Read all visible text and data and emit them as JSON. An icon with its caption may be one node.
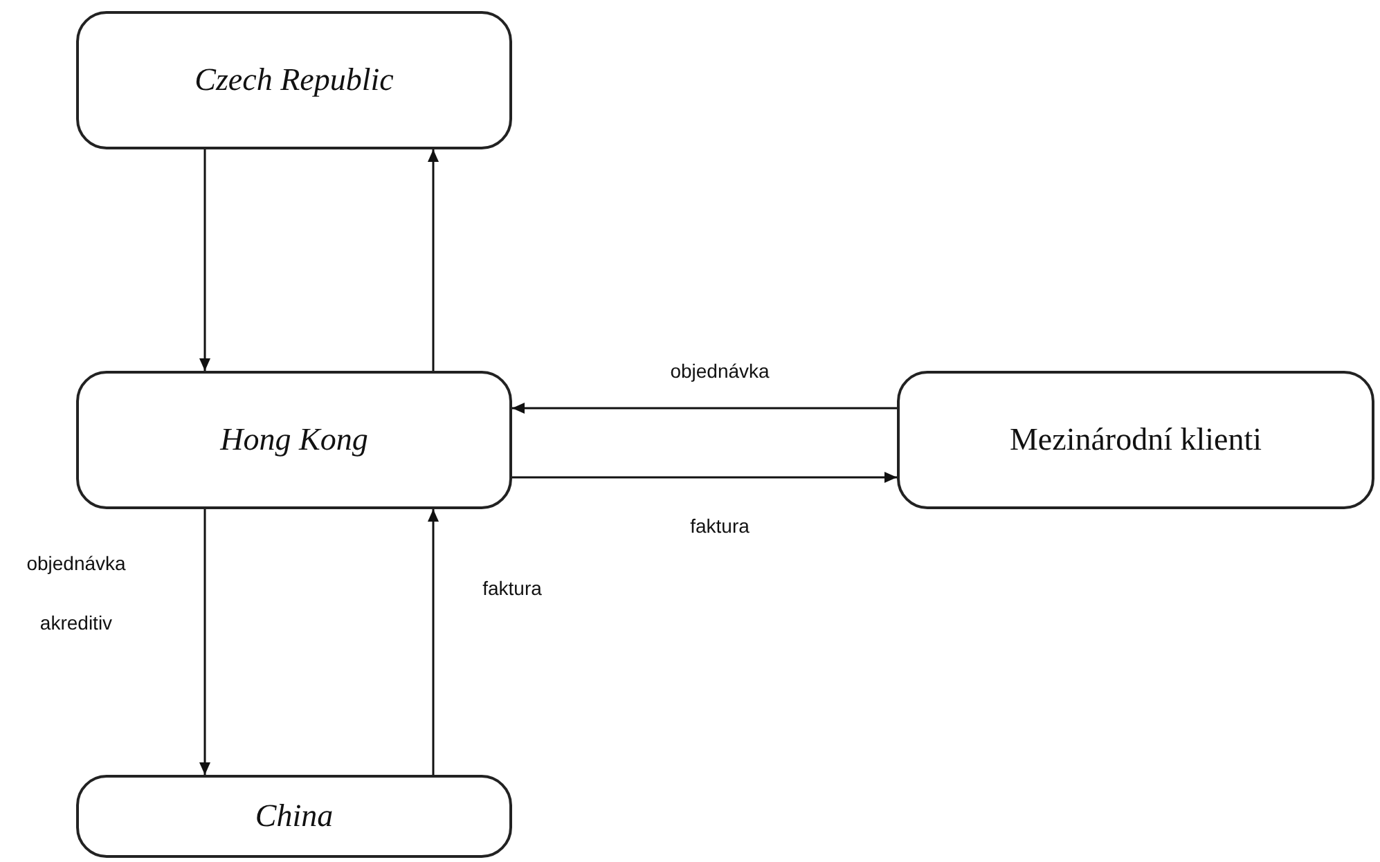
{
  "diagram": {
    "nodes": [
      {
        "text": [
          "Czech Republic"
        ]
      },
      {
        "text": [
          "Hong Kong"
        ]
      },
      {
        "text": [
          "Mezinárodní klienti"
        ]
      },
      {
        "text": [
          "China"
        ]
      }
    ],
    "edges": [
      {
        "from": 0,
        "to": 1,
        "arrow": "to"
      },
      {
        "from": 1,
        "to": 0,
        "arrow": "to"
      },
      {
        "from": 2,
        "to": 1,
        "arrow": "to",
        "label": "objednávka"
      },
      {
        "from": 1,
        "to": 2,
        "arrow": "to",
        "label": "faktura"
      },
      {
        "from": 1,
        "to": 3,
        "arrow": "to",
        "label": "objednávka akreditiv"
      },
      {
        "from": 3,
        "to": 1,
        "arrow": "to",
        "label": "faktura"
      }
    ]
  }
}
